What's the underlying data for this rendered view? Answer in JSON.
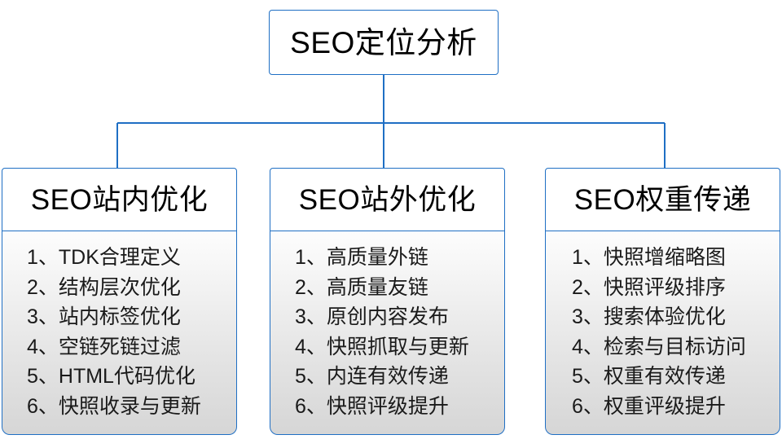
{
  "diagram": {
    "type": "org-chart",
    "accent_color": "#1f6fc4",
    "text_color": "#000000",
    "background_color": "#ffffff",
    "root": {
      "label": "SEO定位分析"
    },
    "branches": [
      {
        "header": "SEO站内优化",
        "items": [
          "1、TDK合理定义",
          "2、结构层次优化",
          "3、站内标签优化",
          "4、空链死链过滤",
          "5、HTML代码优化",
          "6、快照收录与更新"
        ]
      },
      {
        "header": "SEO站外优化",
        "items": [
          "1、高质量外链",
          "2、高质量友链",
          "3、原创内容发布",
          "4、快照抓取与更新",
          "5、内连有效传递",
          "6、快照评级提升"
        ]
      },
      {
        "header": "SEO权重传递",
        "items": [
          "1、快照增缩略图",
          "2、快照评级排序",
          "3、搜索体验优化",
          "4、检索与目标访问",
          "5、权重有效传递",
          "6、权重评级提升"
        ]
      }
    ]
  }
}
